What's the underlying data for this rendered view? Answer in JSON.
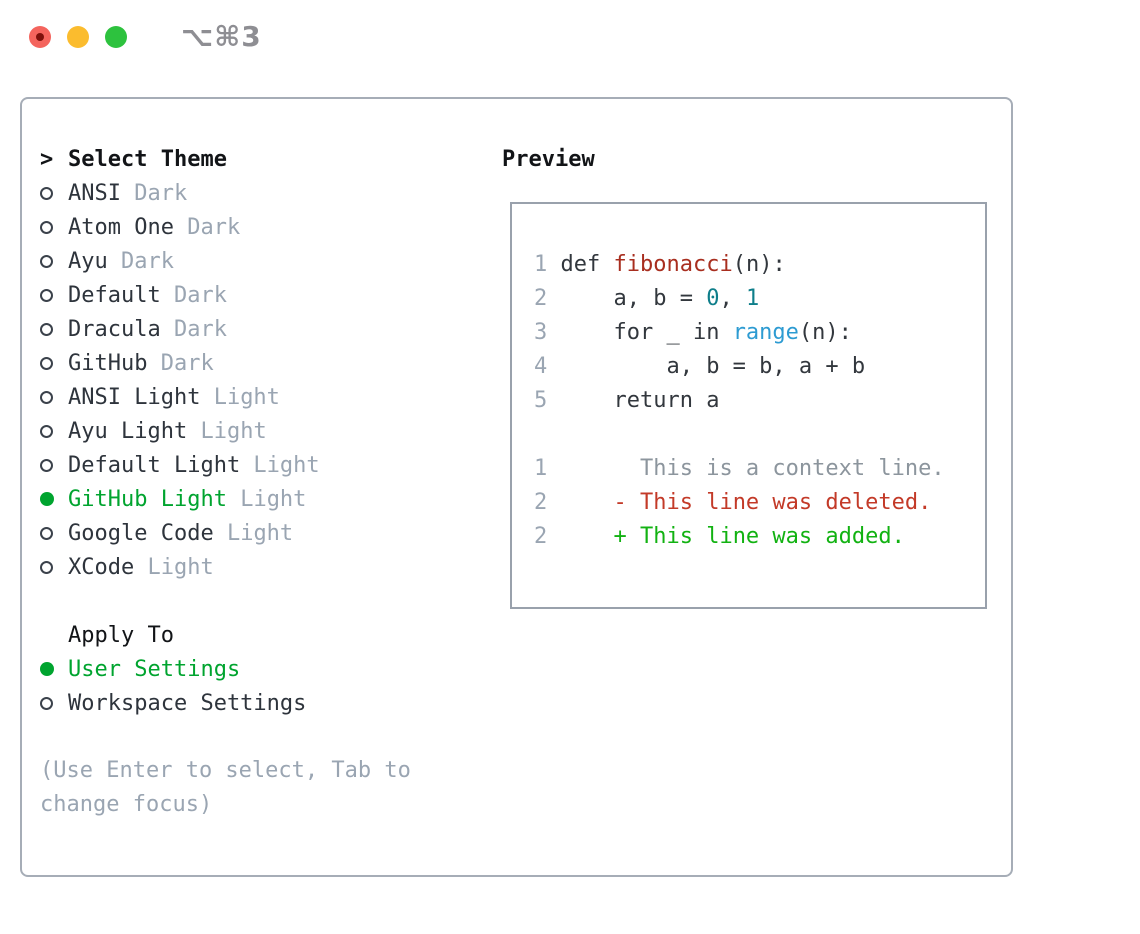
{
  "window": {
    "title": "⌥⌘3",
    "traffic_lights": [
      {
        "name": "close",
        "color": "#f4645d",
        "inner_dot": "#7d100b"
      },
      {
        "name": "minimize",
        "color": "#fbbc2e",
        "inner_dot": null
      },
      {
        "name": "zoom",
        "color": "#2dc23e",
        "inner_dot": null
      }
    ]
  },
  "theme_picker": {
    "prompt": ">",
    "title": "Select Theme",
    "themes": [
      {
        "name": "ANSI",
        "variant": "Dark",
        "selected": false
      },
      {
        "name": "Atom One",
        "variant": "Dark",
        "selected": false
      },
      {
        "name": "Ayu",
        "variant": "Dark",
        "selected": false
      },
      {
        "name": "Default",
        "variant": "Dark",
        "selected": false
      },
      {
        "name": "Dracula",
        "variant": "Dark",
        "selected": false
      },
      {
        "name": "GitHub",
        "variant": "Dark",
        "selected": false
      },
      {
        "name": "ANSI Light",
        "variant": "Light",
        "selected": false
      },
      {
        "name": "Ayu Light",
        "variant": "Light",
        "selected": false
      },
      {
        "name": "Default Light",
        "variant": "Light",
        "selected": false
      },
      {
        "name": "GitHub Light",
        "variant": "Light",
        "selected": true
      },
      {
        "name": "Google Code",
        "variant": "Light",
        "selected": false
      },
      {
        "name": "XCode",
        "variant": "Light",
        "selected": false
      }
    ],
    "apply_to": {
      "title": "Apply To",
      "options": [
        {
          "name": "User Settings",
          "selected": true
        },
        {
          "name": "Workspace Settings",
          "selected": false
        }
      ]
    },
    "hint": "(Use Enter to select, Tab to change focus)"
  },
  "preview": {
    "title": "Preview",
    "code_lines": [
      [
        {
          "t": "1 ",
          "c": "ln"
        },
        {
          "t": "def ",
          "c": "code"
        },
        {
          "t": "fibonacci",
          "c": "func"
        },
        {
          "t": "(n):",
          "c": "code"
        }
      ],
      [
        {
          "t": "2 ",
          "c": "ln"
        },
        {
          "t": "    a, b = ",
          "c": "code"
        },
        {
          "t": "0",
          "c": "num"
        },
        {
          "t": ", ",
          "c": "code"
        },
        {
          "t": "1",
          "c": "num"
        }
      ],
      [
        {
          "t": "3 ",
          "c": "ln"
        },
        {
          "t": "    for _ in ",
          "c": "code"
        },
        {
          "t": "range",
          "c": "blue"
        },
        {
          "t": "(n):",
          "c": "code"
        }
      ],
      [
        {
          "t": "4 ",
          "c": "ln"
        },
        {
          "t": "        a, b = b, a + b",
          "c": "code"
        }
      ],
      [
        {
          "t": "5 ",
          "c": "ln"
        },
        {
          "t": "    return a",
          "c": "code"
        }
      ],
      [],
      [
        {
          "t": "1 ",
          "c": "ln"
        },
        {
          "t": "      This is a context line.",
          "c": "ctx"
        }
      ],
      [
        {
          "t": "2 ",
          "c": "ln"
        },
        {
          "t": "    ",
          "c": "code"
        },
        {
          "t": "- This line was deleted.",
          "c": "del"
        }
      ],
      [
        {
          "t": "2 ",
          "c": "ln"
        },
        {
          "t": "    ",
          "c": "code"
        },
        {
          "t": "+ This line was added.",
          "c": "add"
        }
      ]
    ]
  },
  "colors": {
    "heading": "#121417",
    "item": "#2e343c",
    "variant": "#9aa5b2",
    "selected_green": "#00a42f",
    "radio_outline": "#3b424b",
    "hint_gray": "#9aa5b2",
    "title_gray": "#8e8e93",
    "code": "#32373d",
    "ln": "#9aa5b2",
    "func": "#a82e1f",
    "num": "#0e7e8a",
    "blue": "#2d9bd2",
    "ctx": "#8c959d",
    "del": "#c33a28",
    "add": "#12b212",
    "panel_border": "#a6adb7",
    "preview_border": "#99a1ac"
  }
}
